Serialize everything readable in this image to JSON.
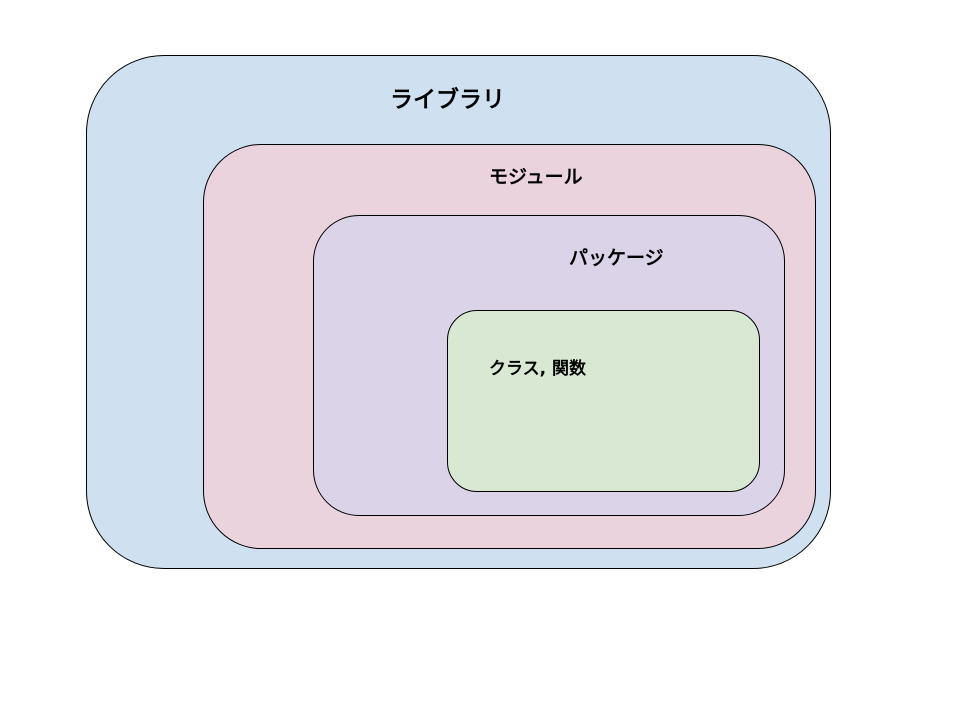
{
  "diagram": {
    "colors": {
      "library_fill": "#cfe1f1",
      "module_fill": "#ead3dd",
      "package_fill": "#dbd3e8",
      "class_fill": "#d8e8d3",
      "border": "#000000"
    },
    "library": {
      "label": "ライブラリ"
    },
    "module": {
      "label": "モジュール"
    },
    "package": {
      "label": "パッケージ"
    },
    "class_function": {
      "label": "クラス, 関数"
    }
  }
}
